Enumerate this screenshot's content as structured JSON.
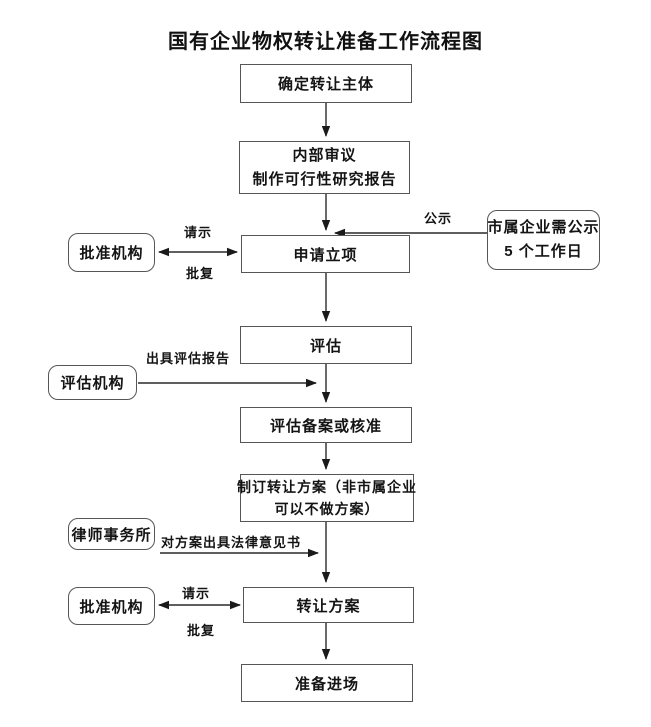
{
  "title": "国有企业物权转让准备工作流程图",
  "colors": {
    "background": "#ffffff",
    "box_border": "#565656",
    "line": "#1a1a1a",
    "text": "#141414"
  },
  "nodes": {
    "step1": {
      "label": "确定转让主体"
    },
    "step2": {
      "line1": "内部审议",
      "line2": "制作可行性研究报告"
    },
    "step3": {
      "label": "申请立项"
    },
    "step4": {
      "label": "评估"
    },
    "step5": {
      "label": "评估备案或核准"
    },
    "step6": {
      "line1": "制订转让方案（非市属企业",
      "line2": "可以不做方案）"
    },
    "step7": {
      "label": "转让方案"
    },
    "step8": {
      "label": "准备进场"
    },
    "approval1": {
      "label": "批准机构"
    },
    "notice": {
      "line1": "市属企业需公示",
      "line2": "5 个工作日"
    },
    "evaluator": {
      "label": "评估机构"
    },
    "lawfirm": {
      "label": "律师事务所"
    },
    "approval2": {
      "label": "批准机构"
    }
  },
  "edge_labels": {
    "request1": "请示",
    "reply1": "批复",
    "publicity": "公示",
    "evaluation_report": "出具评估报告",
    "legal_opinion": "对方案出具法律意见书",
    "request2": "请示",
    "reply2": "批复"
  }
}
